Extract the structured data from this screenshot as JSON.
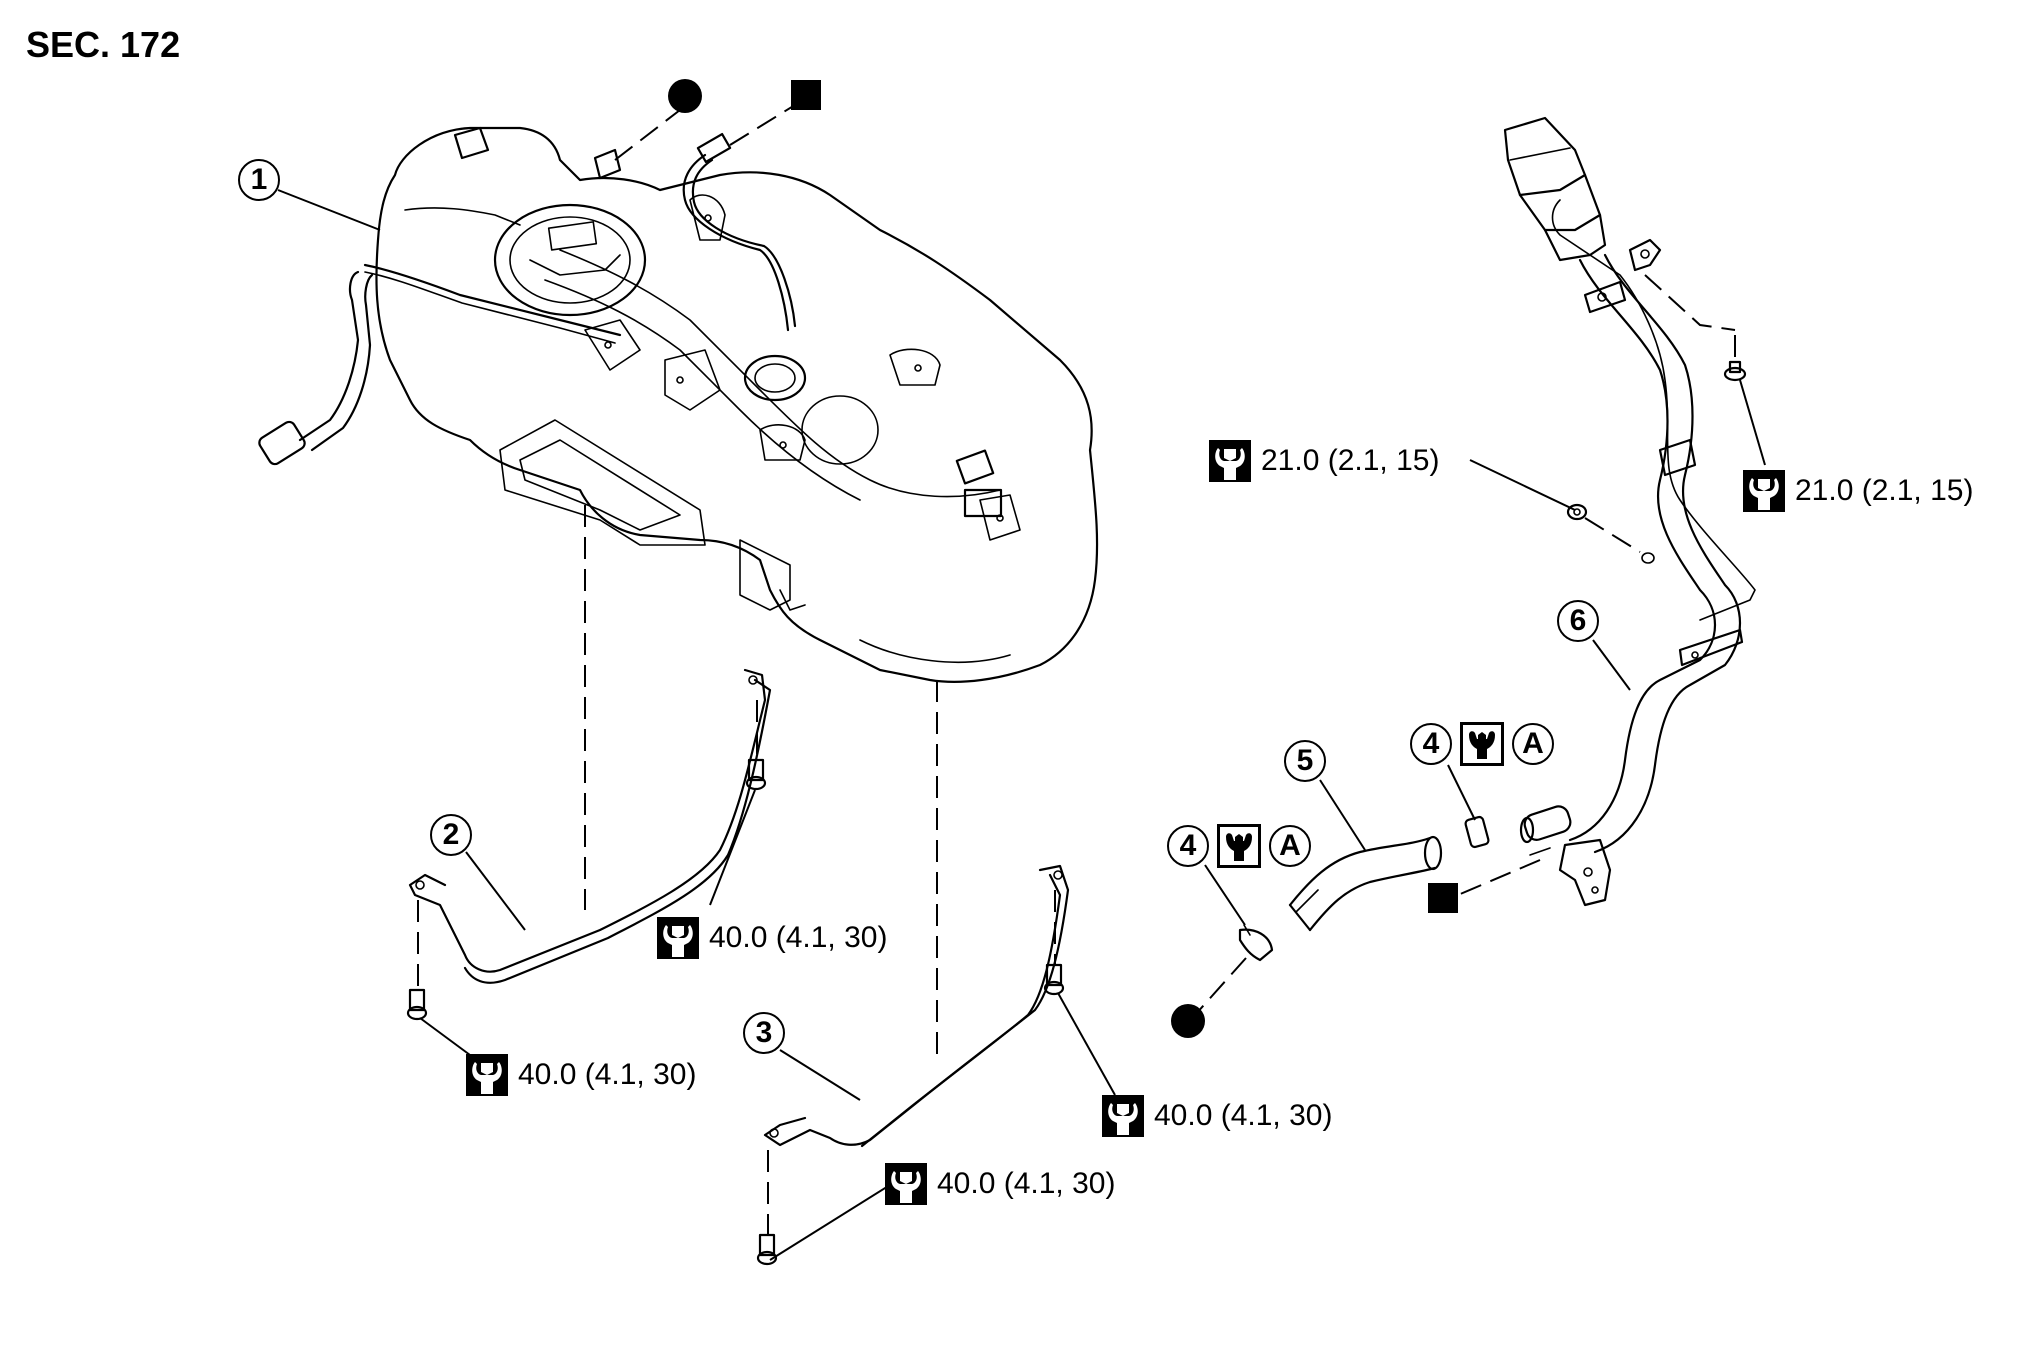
{
  "section_title": "SEC. 172",
  "callouts": {
    "fuel_tank": "1",
    "fuel_tank_band_rh": "2",
    "fuel_tank_band_lh": "3",
    "hose_clamp": "4",
    "filler_hose": "5",
    "filler_pipe": "6"
  },
  "symbols": {
    "note_letter": "A",
    "connection_markers": [
      "circle",
      "square"
    ]
  },
  "torques": [
    {
      "id": "filler-pipe-bolt-upper",
      "icon": "torque-wrench-icon",
      "value": "21.0 (2.1, 15)"
    },
    {
      "id": "filler-pipe-bolt-mid",
      "icon": "torque-wrench-icon",
      "value": "21.0 (2.1, 15)"
    },
    {
      "id": "band-2-bolt-upper",
      "icon": "torque-wrench-icon",
      "value": "40.0 (4.1, 30)"
    },
    {
      "id": "band-2-bolt-lower",
      "icon": "torque-wrench-icon",
      "value": "40.0 (4.1, 30)"
    },
    {
      "id": "band-3-bolt-upper",
      "icon": "torque-wrench-icon",
      "value": "40.0 (4.1, 30)"
    },
    {
      "id": "band-3-bolt-lower",
      "icon": "torque-wrench-icon",
      "value": "40.0 (4.1, 30)"
    }
  ],
  "clamp_tightening_icon": "hose-clamp-torque-icon"
}
